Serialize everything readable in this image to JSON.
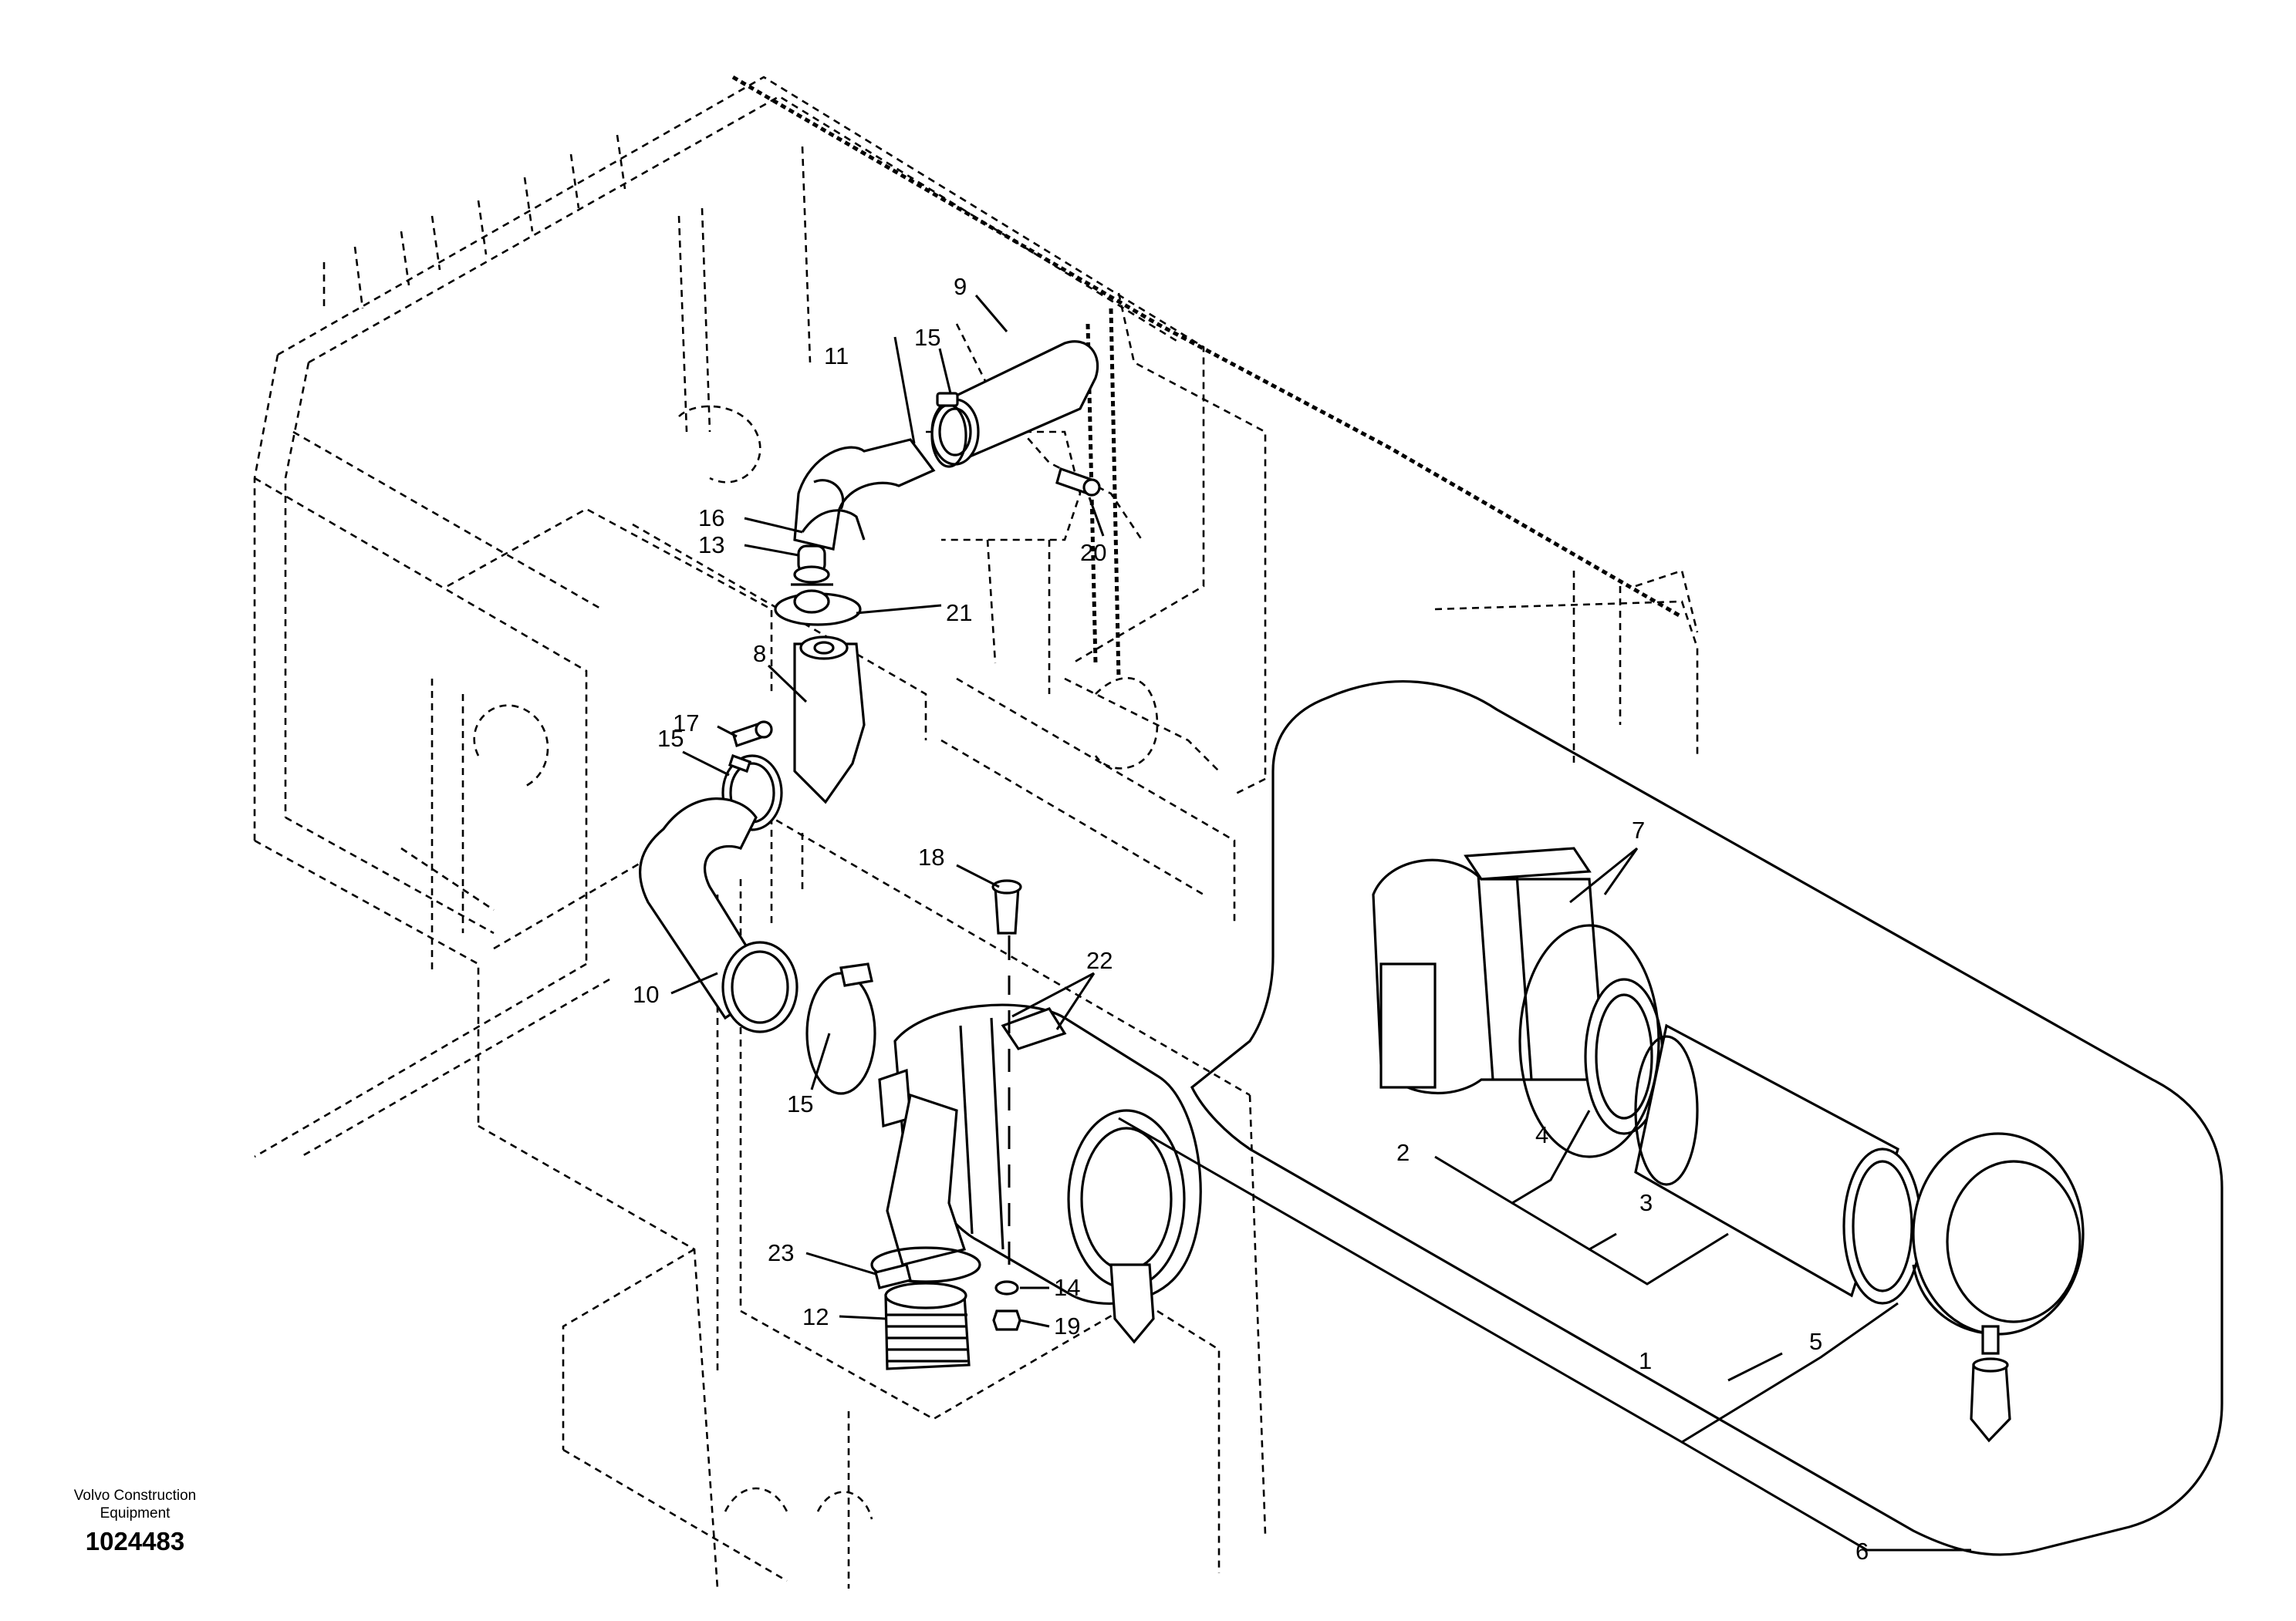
{
  "footer": {
    "company": "Volvo Construction Equipment",
    "drawing_number": "1024483"
  },
  "callouts": {
    "c1": "1",
    "c2": "2",
    "c3": "3",
    "c4": "4",
    "c5": "5",
    "c6": "6",
    "c7": "7",
    "c8": "8",
    "c9": "9",
    "c10": "10",
    "c11": "11",
    "c12": "12",
    "c13": "13",
    "c14": "14",
    "c15a": "15",
    "c15b": "15",
    "c15c": "15",
    "c16": "16",
    "c17": "17",
    "c18": "18",
    "c19": "19",
    "c20": "20",
    "c21": "21",
    "c22": "22",
    "c23": "23"
  }
}
